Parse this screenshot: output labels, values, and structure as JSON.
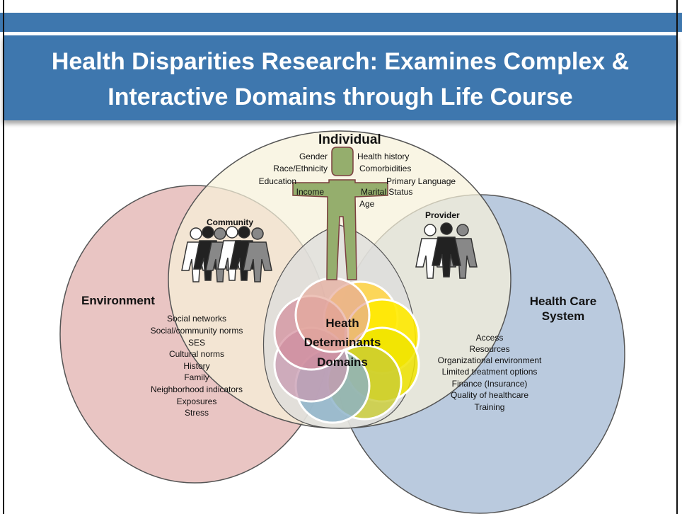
{
  "title_line1": "Health Disparities Research:  Examines Complex &",
  "title_line2": "Interactive Domains through Life Course",
  "colors": {
    "header": "#3e77ae",
    "environment": "#e3b6b4",
    "individual": "#f7f1d9",
    "health_care_system": "#a9bdd6",
    "center": "#d9d9d9",
    "figure": "#95ae6d"
  },
  "individual": {
    "heading": "Individual",
    "left_items": [
      "Gender",
      "Race/Ethnicity",
      "Education",
      "Income"
    ],
    "right_items": [
      "Health history",
      "Comorbidities",
      "Primary Language",
      "Marital Status",
      "Age"
    ]
  },
  "community": {
    "heading": "Community"
  },
  "provider": {
    "heading": "Provider"
  },
  "environment": {
    "heading": "Environment",
    "items": [
      "Social networks",
      "Social/community norms",
      "SES",
      "Cultural norms",
      "History",
      "Family",
      "Neighborhood indicators",
      "Exposures",
      "Stress"
    ]
  },
  "health_care_system": {
    "heading_line1": "Health Care",
    "heading_line2": "System",
    "items": [
      "Access",
      "Resources",
      "Organizational environment",
      "Limited treatment options",
      "Finance (Insurance)",
      "Quality of healthcare",
      "Training"
    ]
  },
  "center": {
    "line1": "Heath",
    "line2": "Determinants",
    "line3": "Domains"
  }
}
